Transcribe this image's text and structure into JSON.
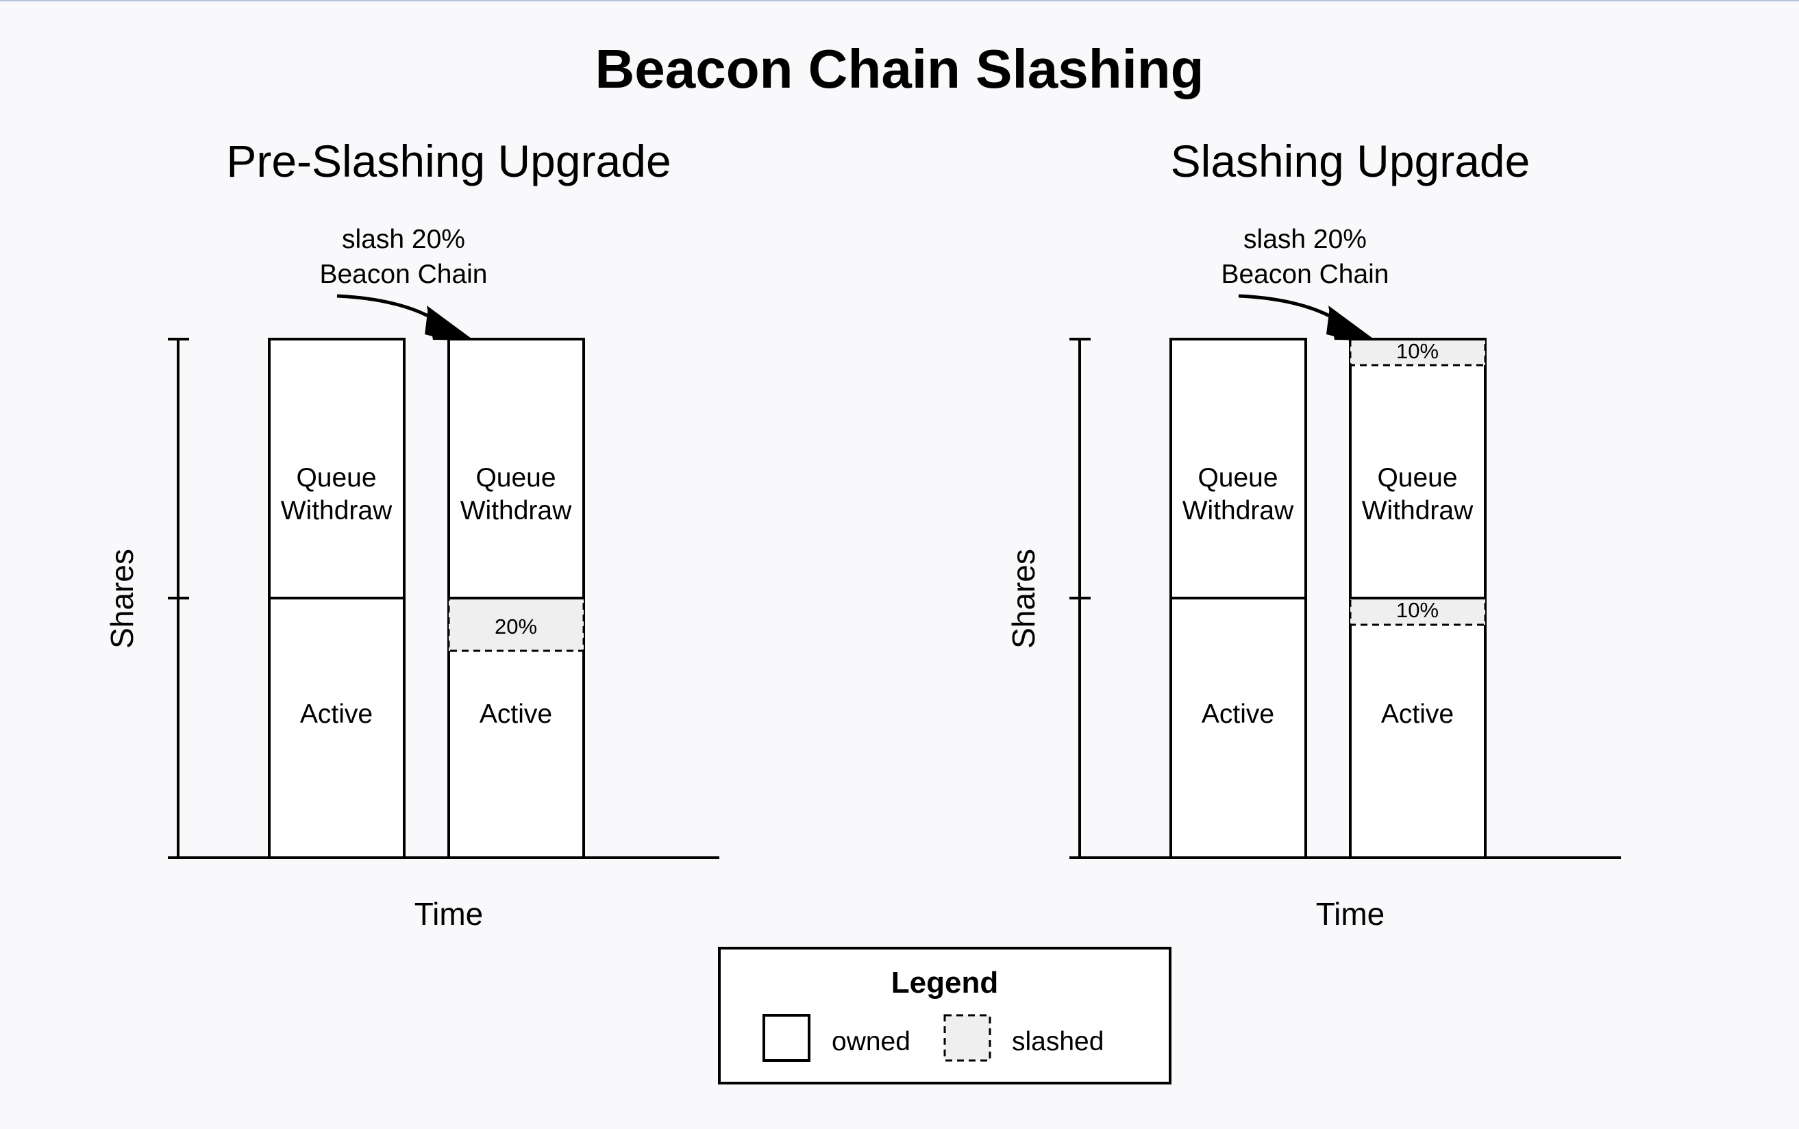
{
  "title": "Beacon Chain Slashing",
  "panels": [
    {
      "heading": "Pre-Slashing Upgrade",
      "annotation": {
        "line1": "slash 20%",
        "line2": "Beacon Chain"
      },
      "axis": {
        "ylabel": "Shares",
        "xlabel": "Time"
      },
      "bars": [
        {
          "segments": [
            {
              "label": "Queue\nWithdraw",
              "kind": "owned"
            },
            {
              "label": "Active",
              "kind": "owned"
            }
          ]
        },
        {
          "segments": [
            {
              "label": "Queue\nWithdraw",
              "kind": "owned"
            },
            {
              "label": "20%",
              "kind": "slashed"
            },
            {
              "label": "Active",
              "kind": "owned"
            }
          ]
        }
      ]
    },
    {
      "heading": "Slashing Upgrade",
      "annotation": {
        "line1": "slash 20%",
        "line2": "Beacon Chain"
      },
      "axis": {
        "ylabel": "Shares",
        "xlabel": "Time"
      },
      "bars": [
        {
          "segments": [
            {
              "label": "Queue\nWithdraw",
              "kind": "owned"
            },
            {
              "label": "Active",
              "kind": "owned"
            }
          ]
        },
        {
          "segments": [
            {
              "label": "10%",
              "kind": "slashed"
            },
            {
              "label": "Queue\nWithdraw",
              "kind": "owned"
            },
            {
              "label": "10%",
              "kind": "slashed"
            },
            {
              "label": "Active",
              "kind": "owned"
            }
          ]
        }
      ]
    }
  ],
  "legend": {
    "title": "Legend",
    "items": [
      {
        "label": "owned",
        "kind": "owned"
      },
      {
        "label": "slashed",
        "kind": "slashed"
      }
    ]
  },
  "colors": {
    "owned": "#ffffff",
    "slashed": "#efefef",
    "stroke": "#000000"
  }
}
